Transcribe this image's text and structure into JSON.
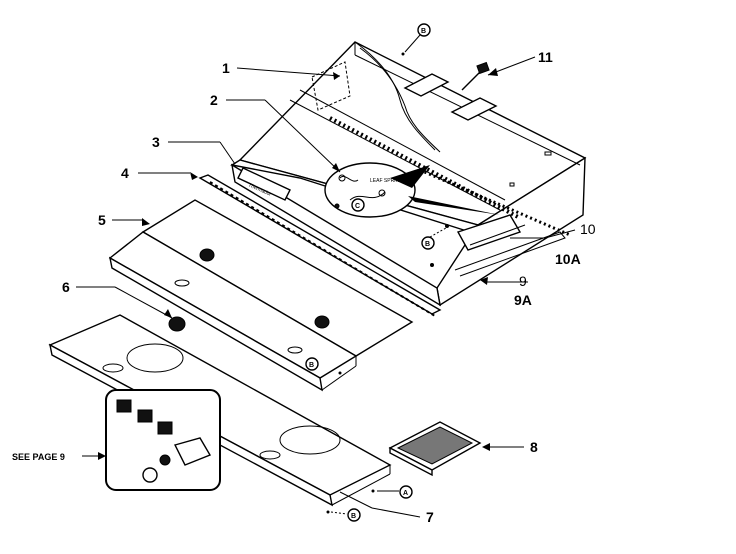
{
  "diagram": {
    "header_fragment": "",
    "callouts": {
      "c1": "1",
      "c2": "2",
      "c3": "3",
      "c4": "4",
      "c5": "5",
      "c6": "6",
      "c7": "7",
      "c8": "8",
      "c9": "9",
      "c9a": "9A",
      "c10": "10",
      "c10a": "10A",
      "c11": "11"
    },
    "see_page": "SEE PAGE 9",
    "letter_markers": {
      "top_b": "B",
      "inset_c": "C",
      "right_b": "B",
      "mid_b": "B",
      "bottom_a": "A",
      "bottom_b": "B"
    },
    "inset_note": "LEAF SPRING",
    "brand_label": "Thermador"
  }
}
